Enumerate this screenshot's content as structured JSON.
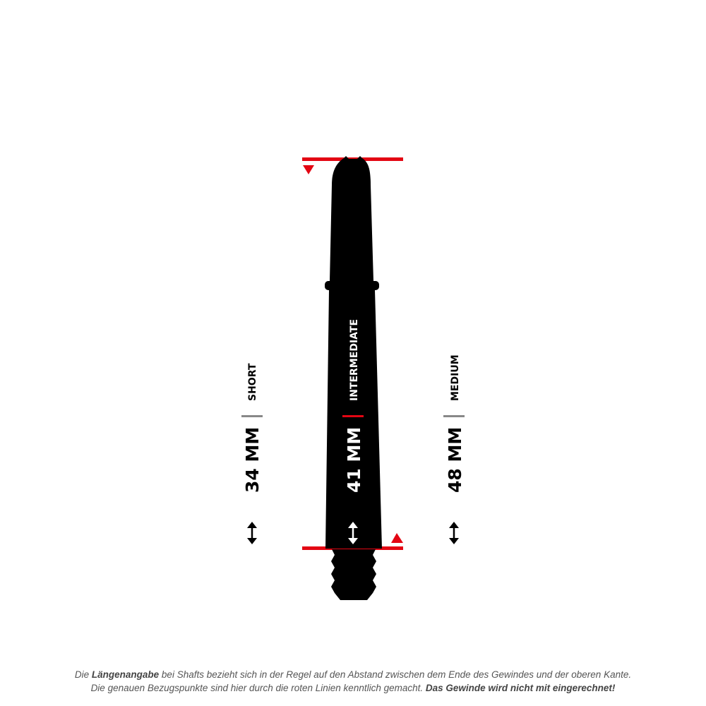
{
  "colors": {
    "accent": "#e30613",
    "shaft": "#000000",
    "separator": "#888888"
  },
  "sizes": [
    {
      "name": "SHORT",
      "length": "34 MM"
    },
    {
      "name": "INTERMEDIATE",
      "length": "41 MM"
    },
    {
      "name": "MEDIUM",
      "length": "48 MM"
    }
  ],
  "note": {
    "line1_pre": "Die ",
    "line1_bold": "Längenangabe",
    "line1_post": " bei Shafts bezieht sich in der Regel auf den Abstand zwischen dem Ende des Gewindes und der oberen Kante.",
    "line2_pre": "Die genauen Bezugspunkte sind hier durch die roten Linien kenntlich gemacht. ",
    "line2_bold": "Das Gewinde wird nicht mit eingerechnet!"
  }
}
